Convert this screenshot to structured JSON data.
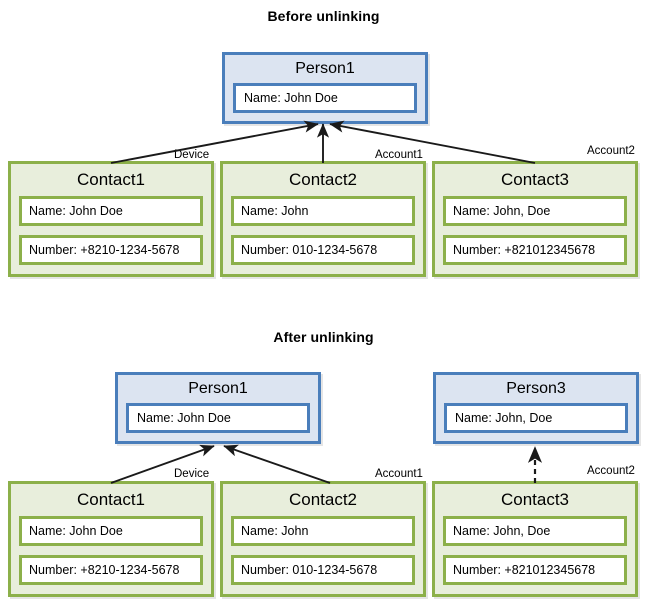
{
  "diagram": {
    "sections": [
      {
        "key": "before",
        "title": "Before unlinking",
        "persons": [
          {
            "key": "person1",
            "title": "Person1",
            "fields": [
              {
                "label": "Name:",
                "value": "John Doe",
                "text": "Name:  John Doe"
              }
            ]
          }
        ],
        "contacts": [
          {
            "key": "contact1",
            "title": "Contact1",
            "name_text": "Name:  John Doe",
            "number_text": "Number:  +8210-1234-5678"
          },
          {
            "key": "contact2",
            "title": "Contact2",
            "name_text": "Name:  John",
            "number_text": "Number: 010-1234-5678"
          },
          {
            "key": "contact3",
            "title": "Contact3",
            "name_text": "Name:  John, Doe",
            "number_text": "Number:  +821012345678"
          }
        ],
        "edge_labels": [
          {
            "key": "device",
            "text": "Device"
          },
          {
            "key": "account1",
            "text": "Account1"
          },
          {
            "key": "account2",
            "text": "Account2"
          }
        ]
      },
      {
        "key": "after",
        "title": "After unlinking",
        "persons": [
          {
            "key": "person1",
            "title": "Person1",
            "fields": [
              {
                "label": "Name:",
                "value": "John Doe",
                "text": "Name:  John Doe"
              }
            ]
          },
          {
            "key": "person3",
            "title": "Person3",
            "fields": [
              {
                "label": "Name:",
                "value": "John, Doe",
                "text": "Name:  John, Doe"
              }
            ]
          }
        ],
        "contacts": [
          {
            "key": "contact1",
            "title": "Contact1",
            "name_text": "Name:  John Doe",
            "number_text": "Number:  +8210-1234-5678"
          },
          {
            "key": "contact2",
            "title": "Contact2",
            "name_text": "Name:  John",
            "number_text": "Number: 010-1234-5678"
          },
          {
            "key": "contact3",
            "title": "Contact3",
            "name_text": "Name:  John, Doe",
            "number_text": "Number:  +821012345678"
          }
        ],
        "edge_labels": [
          {
            "key": "device",
            "text": "Device"
          },
          {
            "key": "account1",
            "text": "Account1"
          },
          {
            "key": "account2",
            "text": "Account2"
          }
        ]
      }
    ]
  },
  "colors": {
    "person_border": "#4A7EBB",
    "person_fill": "#DCE4F1",
    "contact_border": "#8CB04A",
    "contact_fill": "#E8EEDC",
    "arrow": "#1A1A1A",
    "background": "#FFFFFF",
    "text": "#000000"
  }
}
